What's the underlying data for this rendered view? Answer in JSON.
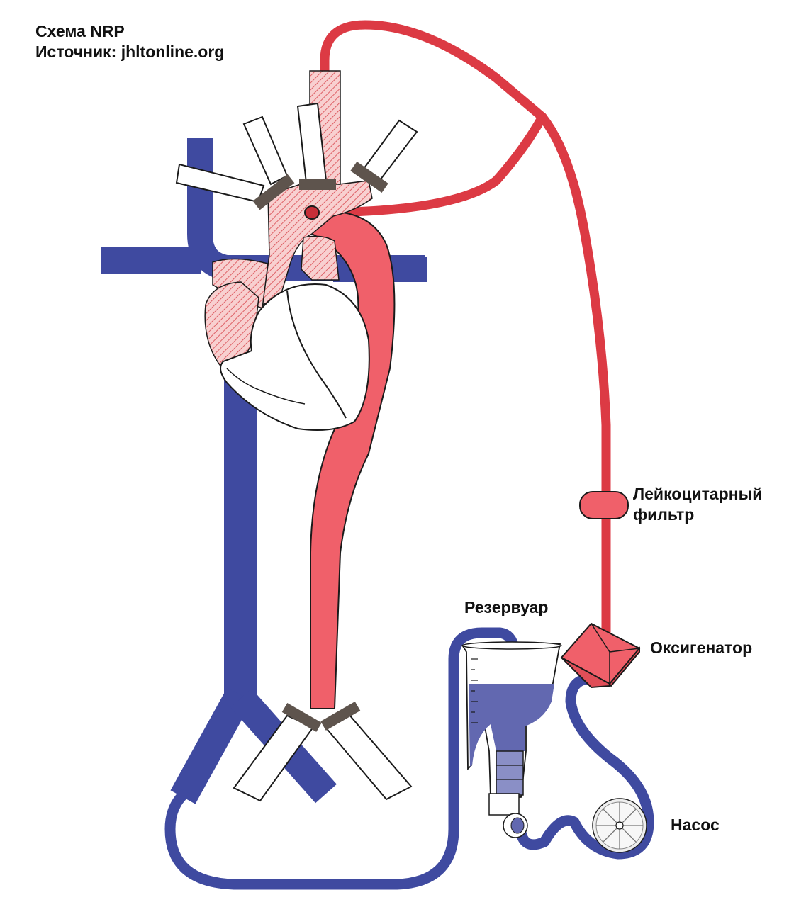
{
  "header": {
    "title": "Схема NRP",
    "source": "Источник: jhltonline.org"
  },
  "labels": {
    "filter_line1": "Лейкоцитарный",
    "filter_line2": "фильтр",
    "reservoir": "Резервуар",
    "oxygenator": "Оксигенатор",
    "pump": "Насос"
  },
  "colors": {
    "vein_blue": "#3f4aa0",
    "artery_red": "#f0606a",
    "circuit_red": "#dc3a44",
    "hatch_pink": "#f6c3c3",
    "clamp_brown": "#5e544d",
    "reservoir_fluid": "#6268b0",
    "outline": "#1a1a1a"
  }
}
